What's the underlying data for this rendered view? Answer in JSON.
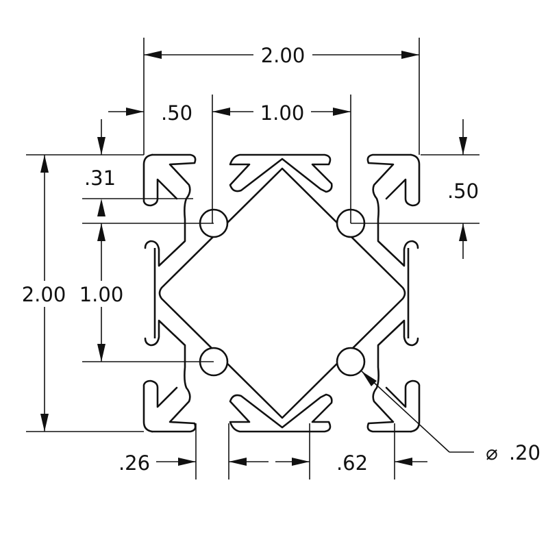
{
  "drawing": {
    "title": "",
    "line_color": "#111111",
    "background": "#ffffff"
  },
  "dimensions": {
    "overall_width": "2.00",
    "overall_height": "2.00",
    "slot_offset_top": ".50",
    "slot_pitch_horizontal": "1.00",
    "slot_pitch_vertical": "1.00",
    "slot_offset_right": ".50",
    "lip_height": ".31",
    "slot_opening": ".26",
    "center_width": ".62",
    "hole_diameter_symbol": "⌀",
    "hole_diameter": ".20"
  }
}
